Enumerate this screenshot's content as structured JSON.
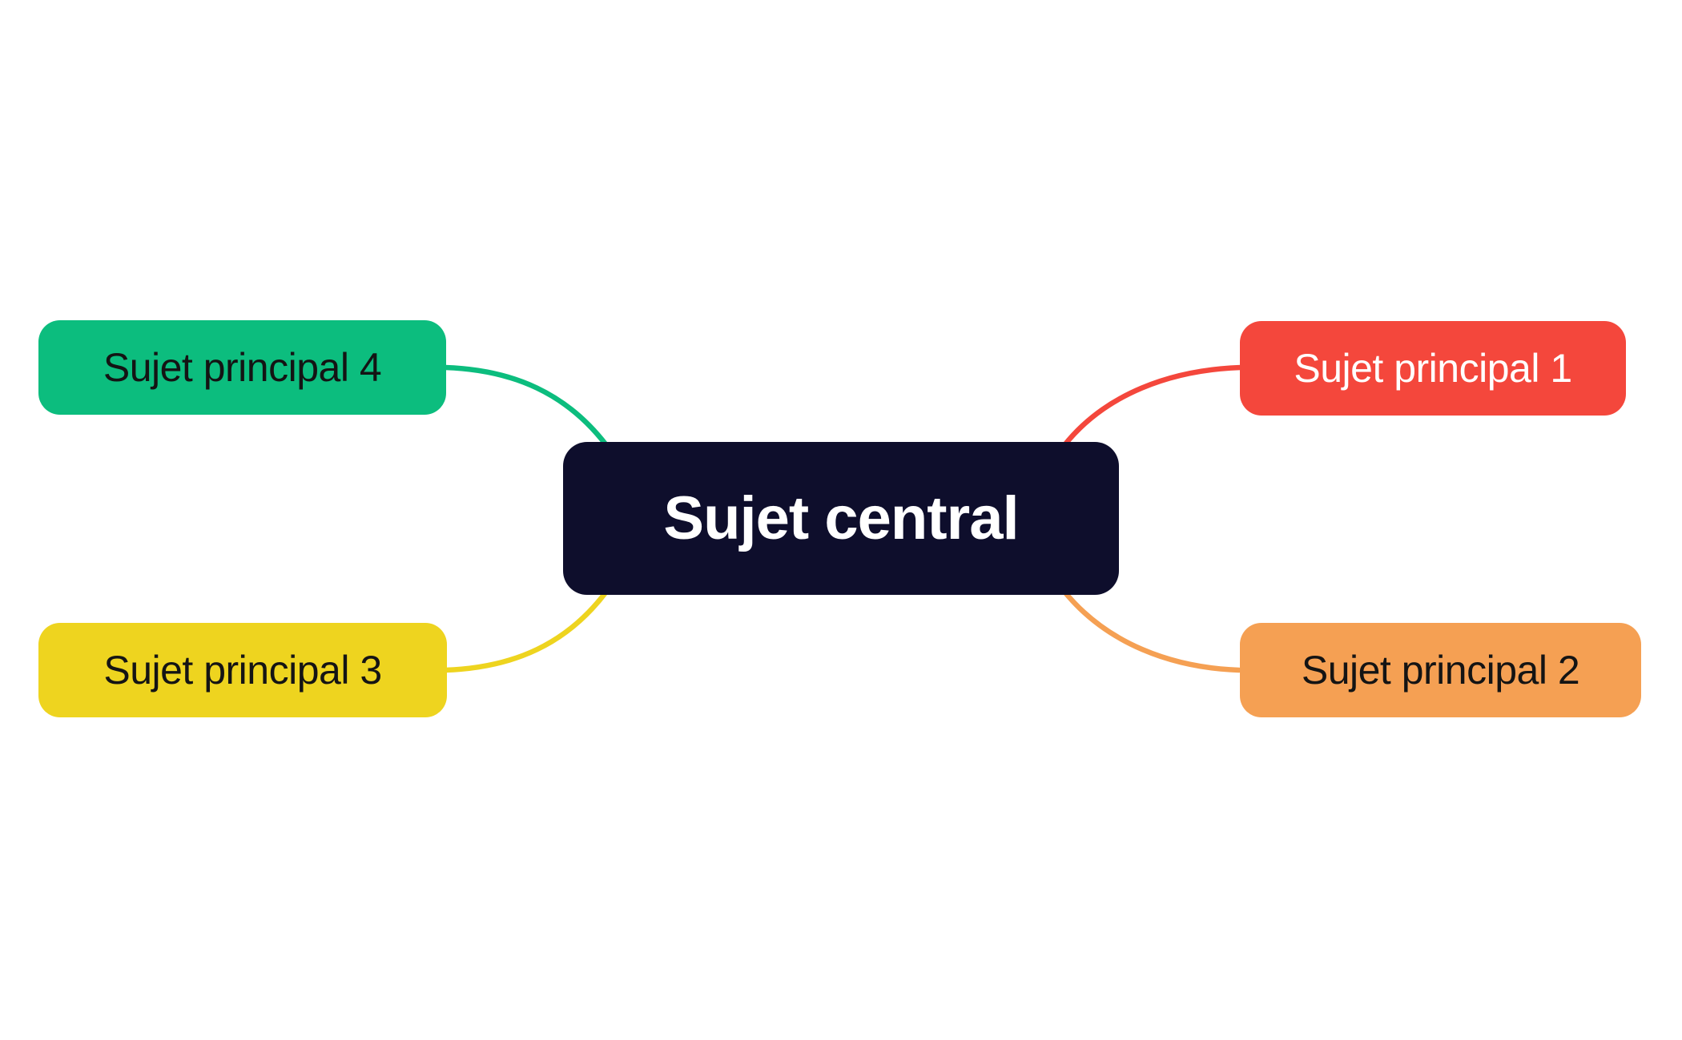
{
  "canvas": {
    "background": "#ffffff"
  },
  "central_node": {
    "label": "Sujet central",
    "bg": "#0e0e2c",
    "text_color": "#ffffff"
  },
  "branches": [
    {
      "id": "branch-1",
      "label": "Sujet principal 1",
      "bg": "#f4473c",
      "text_color": "#ffffff",
      "position": "top-right"
    },
    {
      "id": "branch-2",
      "label": "Sujet principal 2",
      "bg": "#f5a053",
      "text_color": "#141414",
      "position": "bottom-right"
    },
    {
      "id": "branch-3",
      "label": "Sujet principal 3",
      "bg": "#eed41f",
      "text_color": "#141414",
      "position": "bottom-left"
    },
    {
      "id": "branch-4",
      "label": "Sujet principal 4",
      "bg": "#0cbd7e",
      "text_color": "#141414",
      "position": "top-left"
    }
  ],
  "connectors": [
    {
      "from": "central",
      "to": "branch-1",
      "color": "#f4473c"
    },
    {
      "from": "central",
      "to": "branch-2",
      "color": "#f5a053"
    },
    {
      "from": "central",
      "to": "branch-3",
      "color": "#eed41f"
    },
    {
      "from": "central",
      "to": "branch-4",
      "color": "#0cbd7e"
    }
  ]
}
